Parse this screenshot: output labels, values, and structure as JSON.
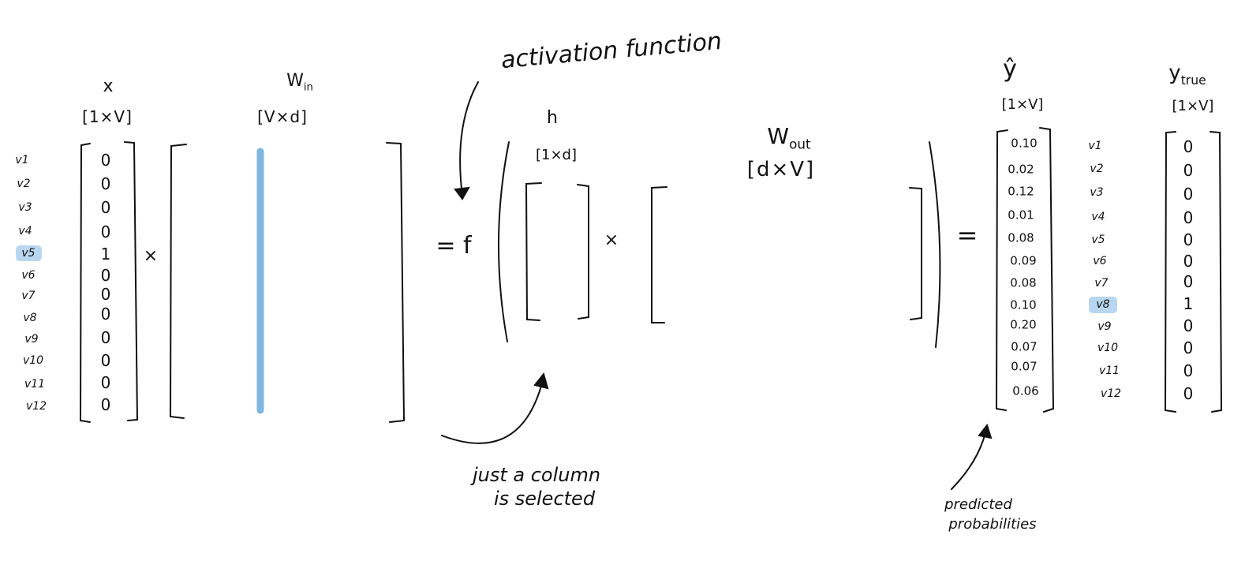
{
  "x_vector": {
    "symbol": "x",
    "dims": "[1×V]",
    "values": [
      "0",
      "0",
      "0",
      "0",
      "1",
      "0",
      "0",
      "0",
      "0",
      "0",
      "0",
      "0"
    ]
  },
  "vocab_labels": [
    "v1",
    "v2",
    "v3",
    "v4",
    "v5",
    "v6",
    "v7",
    "v8",
    "v9",
    "v10",
    "v11",
    "v12"
  ],
  "w_in": {
    "symbol": "W",
    "subscript": "in",
    "dims": "[V×d]"
  },
  "operators": {
    "times": "×",
    "equals_f": "= f",
    "equals": "="
  },
  "h_vector": {
    "symbol": "h",
    "dims": "[1×d]"
  },
  "w_out": {
    "symbol": "W",
    "subscript": "out",
    "dims": "[d×V]"
  },
  "y_hat": {
    "symbol": "ŷ",
    "dims": "[1×V]",
    "values": [
      "0.10",
      "0.02",
      "0.12",
      "0.01",
      "0.08",
      "0.09",
      "0.08",
      "0.10",
      "0.20",
      "0.07",
      "0.07",
      "0.06"
    ]
  },
  "y_true": {
    "symbol": "y",
    "subscript": "true",
    "dims": "[1×V]",
    "values": [
      "0",
      "0",
      "0",
      "0",
      "0",
      "0",
      "0",
      "1",
      "0",
      "0",
      "0",
      "0"
    ]
  },
  "annotations": {
    "activation": "activation function",
    "column_line1": "just a column",
    "column_line2": "is selected",
    "pred_line1": "predicted",
    "pred_line2": "probabilities"
  },
  "colors": {
    "highlight": "#b8d6f0",
    "selected_column": "#7db7e2"
  }
}
